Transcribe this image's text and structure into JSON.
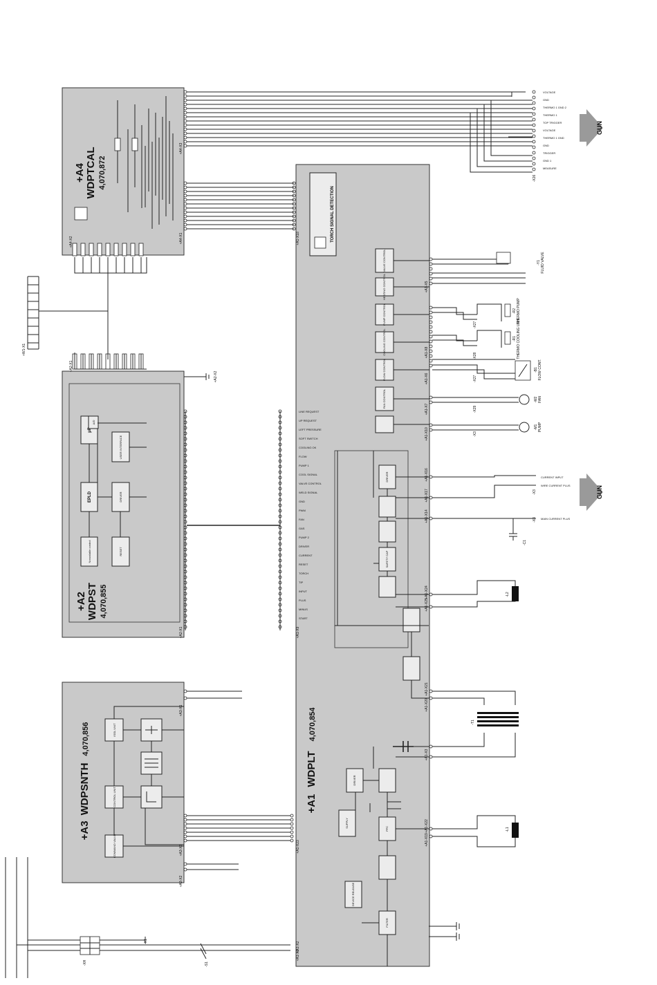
{
  "modules": {
    "a4": {
      "code": "+A4",
      "name": "WDPTCAL",
      "number": "4,070,872"
    },
    "a2": {
      "code": "+A2",
      "name": "WDPST",
      "number": "4,070,855"
    },
    "a3": {
      "code": "+A3",
      "name": "WDPSNTH",
      "number": "4,070,856"
    },
    "a1": {
      "code": "+A1",
      "name": "WDPLT",
      "number": "4,070,854"
    }
  },
  "gun_labels": [
    "GUN",
    "GUN"
  ],
  "a2_blocks": [
    "μP",
    "A/D",
    "USER INTERFACE",
    "EPLD",
    "DRIVER",
    "Nonvolatile control",
    "RESET"
  ],
  "a1_blocks": [
    "VALVE CONTROL",
    "HEATING CONTROL",
    "PUMP CONTROL",
    "COOLING CONTROL",
    "FLOW CONTROL",
    "FAN CONTROL",
    "DRIVER",
    "SAFETY CAP",
    "FILTER",
    "DEVICE RELEASE",
    "SUPPLY",
    "PFC",
    "DRIVER"
  ],
  "a3_blocks": [
    "COMMAND VALVE",
    "CONTROL UNIT",
    "ISOL UNIT"
  ],
  "torch_block": "TORCH SIGNAL DETECTION",
  "connectors": {
    "a4_x1": "+A4-X1",
    "a4_x2": "+A4-X2",
    "a4_x3": "+A4-X3",
    "a2_x1": "+A2-X1",
    "a2_x2": "+A2-X2",
    "a3_x1": "+A3-X1",
    "a3_x2": "+A3-X2",
    "a3_x3": "+A3-X3",
    "a1_x1": "+A1-X1",
    "a1_x2": "+A1-X2",
    "a1_x3": "+A1-X3",
    "a1_x5": "+A1-X5",
    "a1_x6": "+A1-X6",
    "a1_x7": "+A1-X7",
    "a1_x8": "+A1-X8",
    "a1_x9": "+A1-X9",
    "a1_x10": "+A1-X10",
    "a1_x14": "+A1-X14",
    "a1_x16": "+A1-X16",
    "a1_x17": "+A1-X17",
    "a1_x18": "+A1-X18",
    "a1_x19": "+A1-X19",
    "a1_x20": "+A1-X20",
    "a1_x21": "+A1-X21",
    "a1_x22": "+A1-X22",
    "a1_x23": "+A1-X23",
    "a1_x24": "+A1-X24",
    "a1_x25": "+A1-X25",
    "x26": "-X26",
    "x27": "-X27",
    "x28": "-X28",
    "x29": "-X29",
    "x3": "-X3",
    "x4": "-X4",
    "x5": "-X5",
    "w1_x1": "+W1-X1",
    "x1": "-X1",
    "x2": "-X2",
    "xh": "-XH",
    "s1": "-S1"
  },
  "components": {
    "m1": "-M1",
    "m1_label": "PUMP",
    "m2": "-M2",
    "m2_label": "FAN",
    "b1": "-B1",
    "b1_label": "FLOW CONT.",
    "y1": "-Y1",
    "y1_label": "FLUID VALVE",
    "r1": "-R1",
    "r2": "-R2",
    "l1": "-L1",
    "l2": "-L2",
    "t1": "-T1",
    "c1": "-C1",
    "therm_cool": "THERMO COOLING UNIT",
    "therm_pump": "THERMO PUMP"
  },
  "gun_pins_top": [
    "VOLTAGE",
    "GND",
    "THERMO 1 GND 2",
    "THERMO 1",
    "TOP TRIGGER",
    "VOLTAGE",
    "THERMO 1 GND",
    "GND",
    "TRIGGER",
    "GND 1",
    "MEASURE"
  ],
  "gun_pins_bottom": [
    "CURRENT INPUT",
    "WIRE CURRENT PLUS",
    "MAIN CURRENT PLUS"
  ],
  "a1_x9_pins": [
    "LINE REQUEST",
    "UP REQUEST",
    "LEFT PRESSURE",
    "SOFT SWITCH",
    "COOLING OK",
    "FLOW",
    "PUMP 1",
    "COOL SIGNAL",
    "VALVE CONTROL",
    "WELD SIGNAL",
    "GND",
    "PWM",
    "FAN",
    "GAS",
    "PUMP 2",
    "DRIVER",
    "CURRENT",
    "RESET",
    "TORCH",
    "TIP",
    "INPUT",
    "PLUS",
    "MINUS",
    "START"
  ]
}
